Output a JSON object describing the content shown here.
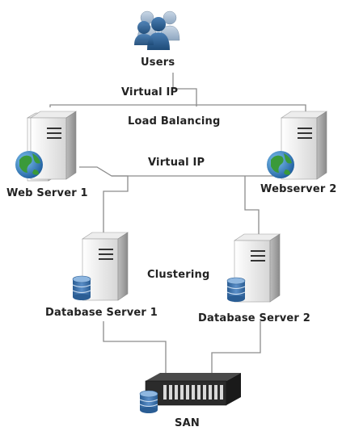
{
  "diagram": {
    "nodes": {
      "users": {
        "label": "Users",
        "icon": "users-icon"
      },
      "web_server_1": {
        "label": "Web Server 1",
        "icon": "server-icon",
        "badge": "globe-icon"
      },
      "web_server_2": {
        "label": "Webserver 2",
        "icon": "server-icon",
        "badge": "globe-icon"
      },
      "db_server_1": {
        "label": "Database Server 1",
        "icon": "server-icon",
        "badge": "database-icon"
      },
      "db_server_2": {
        "label": "Database Server 2",
        "icon": "server-icon",
        "badge": "database-icon"
      },
      "san": {
        "label": "SAN",
        "icon": "storage-array-icon",
        "badge": "database-icon"
      }
    },
    "annotations": {
      "virtual_ip_top": "Virtual IP",
      "load_balancing": "Load Balancing",
      "virtual_ip_mid": "Virtual IP",
      "clustering": "Clustering"
    },
    "colors": {
      "line": "#8c8c8c",
      "server_light": "#f2f2f2",
      "server_dark": "#9a9a9a",
      "user_blue": "#2c5d8f",
      "globe_green": "#3a9a3a",
      "globe_blue": "#2f7fc1",
      "db_blue": "#3a6ea5",
      "san_body": "#2b2b2b"
    }
  }
}
